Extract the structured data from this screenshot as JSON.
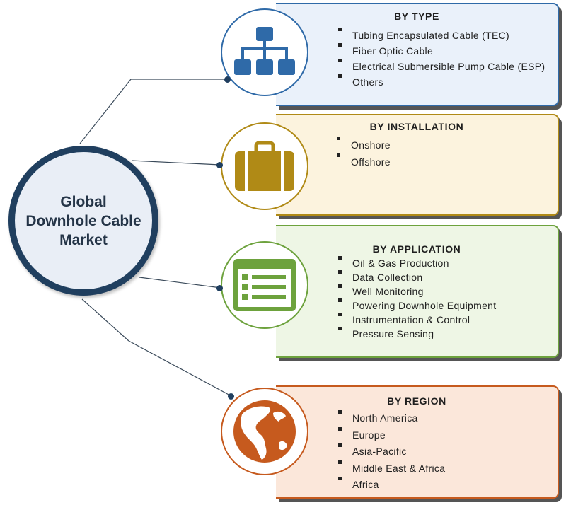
{
  "hub": {
    "title_lines": [
      "Global",
      "Downhole Cable",
      "Market"
    ]
  },
  "colors": {
    "hub_border": "#203f5f",
    "type_accent": "#2f6aa8",
    "installation_accent": "#b08a16",
    "application_accent": "#6da23d",
    "region_accent": "#c65a1e"
  },
  "segments": [
    {
      "title": "BY TYPE",
      "icon": "hierarchy-icon",
      "items": [
        "Tubing Encapsulated Cable (TEC)",
        "Fiber Optic Cable",
        "Electrical Submersible Pump Cable (ESP)",
        "Others"
      ]
    },
    {
      "title": "BY INSTALLATION",
      "icon": "briefcase-icon",
      "items": [
        "Onshore",
        "Offshore"
      ]
    },
    {
      "title": "BY APPLICATION",
      "icon": "list-window-icon",
      "items": [
        "Oil & Gas Production",
        "Data Collection",
        "Well Monitoring",
        "Powering Downhole  Equipment",
        "Instrumentation  & Control",
        "Pressure Sensing"
      ]
    },
    {
      "title": "BY REGION",
      "icon": "globe-icon",
      "items": [
        "North America",
        "Europe",
        "Asia-Pacific",
        "Middle East & Africa",
        "Africa"
      ]
    }
  ]
}
